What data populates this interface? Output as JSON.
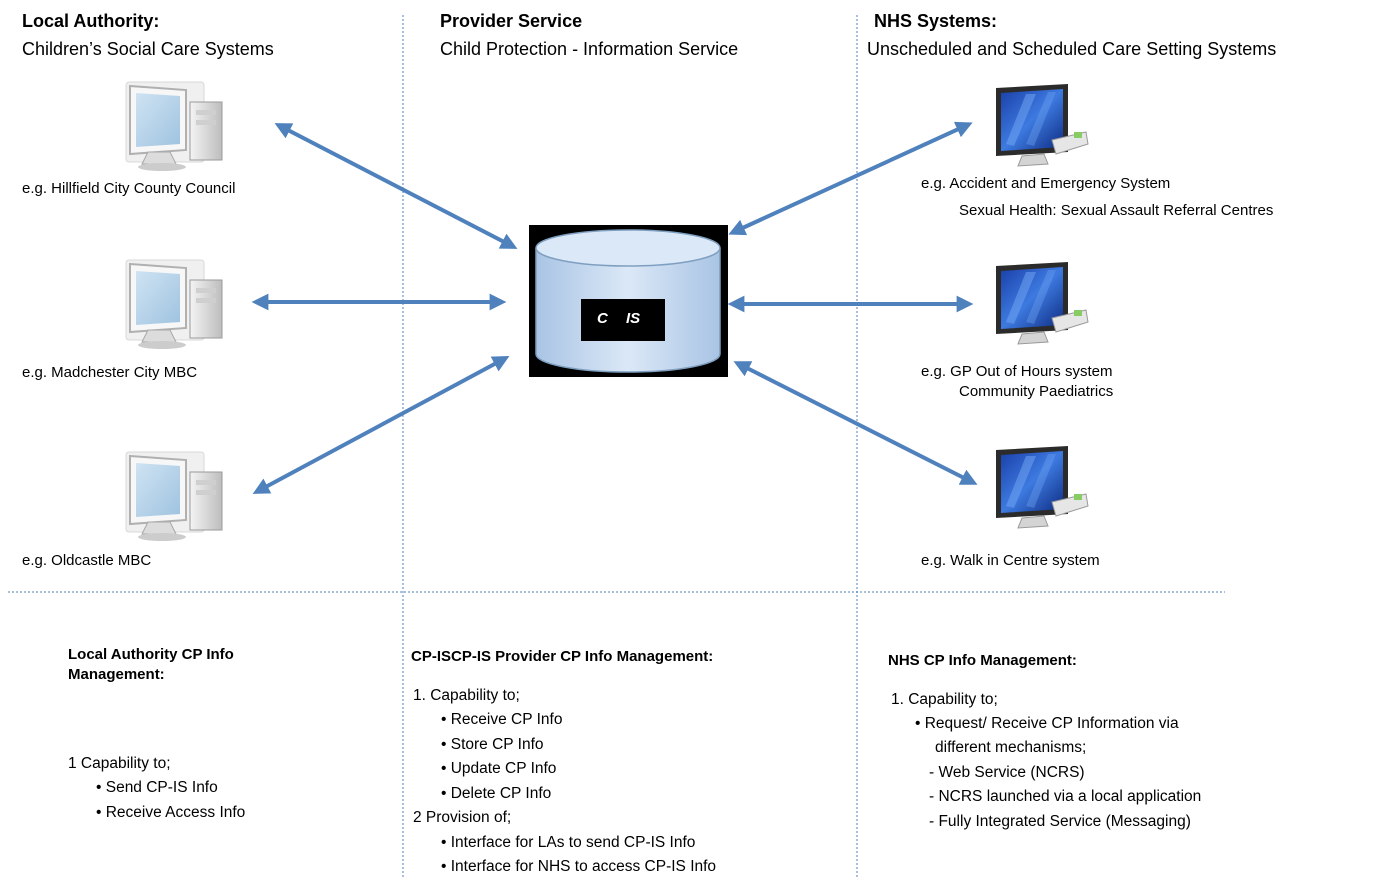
{
  "columns": {
    "local_authority": {
      "title": "Local Authority:",
      "subtitle": "Children’s  Social  Care  Systems"
    },
    "provider": {
      "title": "Provider Service",
      "subtitle": "Child Protection  - Information  Service"
    },
    "nhs": {
      "title": "NHS Systems:",
      "subtitle": "Unscheduled and Scheduled Care  Setting Systems"
    }
  },
  "local_examples": [
    "e.g. Hillfield  City  County  Council",
    "e.g. Madchester  City  MBC",
    "e.g. Oldcastle   MBC"
  ],
  "nhs_examples": [
    {
      "line1": "e.g. Accident and Emergency  System",
      "line2": "Sexual Health: Sexual Assault  Referral Centres"
    },
    {
      "line1": "e.g. GP Out of Hours system",
      "line2": "Community Paediatrics"
    },
    {
      "line1": "e.g. Walk in Centre system",
      "line2": ""
    }
  ],
  "database": {
    "label_c": "C",
    "label_is": "IS"
  },
  "local_mgmt": {
    "title_line1": "Local Authority CP Info",
    "title_line2": "Management:",
    "lines": [
      "1   Capability to;",
      "• Send CP-IS  Info",
      "• Receive Access Info"
    ]
  },
  "provider_mgmt": {
    "title": "CP-ISCP-IS Provider CP Info Management:",
    "lines": [
      "1. Capability to;",
      "• Receive CP Info",
      "• Store  CP Info",
      "• Update CP Info",
      "• Delete CP Info",
      "2  Provision of;",
      "• Interface for LAs to send CP-IS  Info",
      "• Interface for NHS to access CP-IS  Info"
    ]
  },
  "nhs_mgmt": {
    "title": "NHS CP Info Management:",
    "lines": [
      "1.  Capability to;",
      "• Request/ Receive CP Information via",
      "different mechanisms;",
      "- Web Service (NCRS)",
      "- NCRS launched via a local application",
      "- Fully Integrated Service (Messaging)"
    ]
  },
  "colors": {
    "arrow": "#4f81bd",
    "divider": "#4f81bd",
    "cylinder_fill": "#c6d9f1",
    "cylinder_stroke": "#7f9fc0",
    "database_bg": "#000000"
  },
  "icons": {
    "la_computer": "desktop-computer-icon",
    "nhs_computer": "desktop-monitor-icon"
  }
}
